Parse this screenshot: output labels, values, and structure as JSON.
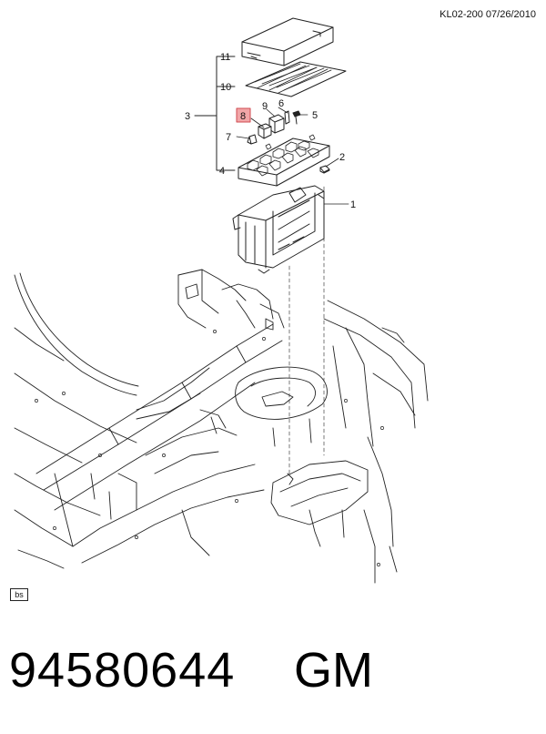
{
  "header": {
    "code": "KL02-200  07/26/2010"
  },
  "callouts": [
    {
      "id": "c1",
      "label": "1"
    },
    {
      "id": "c2",
      "label": "2"
    },
    {
      "id": "c3",
      "label": "3"
    },
    {
      "id": "c4",
      "label": "4"
    },
    {
      "id": "c5",
      "label": "5"
    },
    {
      "id": "c6",
      "label": "6"
    },
    {
      "id": "c7",
      "label": "7"
    },
    {
      "id": "c8",
      "label": "8"
    },
    {
      "id": "c9",
      "label": "9"
    },
    {
      "id": "c10",
      "label": "10"
    },
    {
      "id": "c11",
      "label": "11"
    }
  ],
  "highlight": {
    "callout": "8",
    "color": "#f1a6a8"
  },
  "corner_tag": "bs",
  "footer": {
    "part_number": "94580644",
    "brand": "GM"
  }
}
